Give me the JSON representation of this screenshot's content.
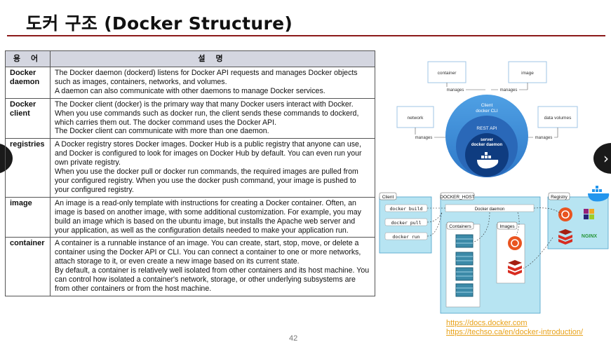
{
  "slide": {
    "title": "도커 구조 (Docker Structure)",
    "page_number": "42"
  },
  "table": {
    "headers": [
      "용 어",
      "설 명"
    ],
    "rows": [
      {
        "term": "Docker daemon",
        "desc": [
          "The Docker daemon (dockerd) listens for Docker API requests and manages Docker objects such as images, containers, networks, and volumes.",
          "A daemon can also communicate with other daemons to manage Docker services."
        ]
      },
      {
        "term": "Docker client",
        "desc": [
          "The Docker client (docker) is the primary way that many Docker users interact with Docker. When you use commands such as docker run, the client sends these commands to dockerd, which carries them out. The docker command uses the Docker API.",
          "The Docker client can communicate with more than one daemon."
        ]
      },
      {
        "term": "registries",
        "desc": [
          "A Docker registry stores Docker images. Docker Hub is a public registry that anyone can use, and Docker is configured to look for images on Docker Hub by default. You can even run your own private registry.",
          "When you use the docker pull or docker run commands, the required images are pulled from your configured registry. When you use the docker push command, your image is pushed to your configured registry."
        ]
      },
      {
        "term": "image",
        "desc": [
          "An image is a read-only template with instructions for creating a Docker container. Often, an image is based on another image, with some additional customization. For example, you may build an image which is based on the ubuntu image, but installs the Apache web server and your application, as well as the configuration details needed to make your application run."
        ]
      },
      {
        "term": "container",
        "desc": [
          "A container is a runnable instance of an image. You can create, start, stop, move, or delete a container using the Docker API or CLI. You can connect a container to one or more networks, attach storage to it, or even create a new image based on its current state.",
          "By default, a container is relatively well isolated from other containers and its host machine. You can control how isolated a container's network, storage, or other underlying subsystems are from other containers or from the host machine."
        ]
      }
    ]
  },
  "diagram_top": {
    "container": "container",
    "image": "image",
    "network": "network",
    "data_volumes": "data volumes",
    "manages": "manages",
    "client": "Client",
    "docker_cli": "docker CLI",
    "rest_api": "REST API",
    "server": "server",
    "docker_daemon": "docker daemon"
  },
  "diagram_bottom": {
    "client": "Client",
    "host": "DOCKER_HOST",
    "registry": "Registry",
    "cmd_build": "docker build",
    "cmd_pull": "docker pull",
    "cmd_run": "docker run",
    "daemon": "Docker daemon",
    "containers": "Containers",
    "images": "Images",
    "nginx": "NGINX"
  },
  "links": [
    "https://docs.docker.com",
    "https://techso.ca/en/docker-introduction/"
  ],
  "colors": {
    "title_rule": "#8b1a1a",
    "header_bg": "#d4d6e0",
    "circle_outer": "#3e8ed8",
    "circle_inner": "#1f5aa6",
    "panel_fill": "#b7e4f2",
    "docker_blue": "#2496ed",
    "link": "#e8a21a",
    "redis_red": "#d82c20",
    "ubuntu_orange": "#e95420"
  }
}
